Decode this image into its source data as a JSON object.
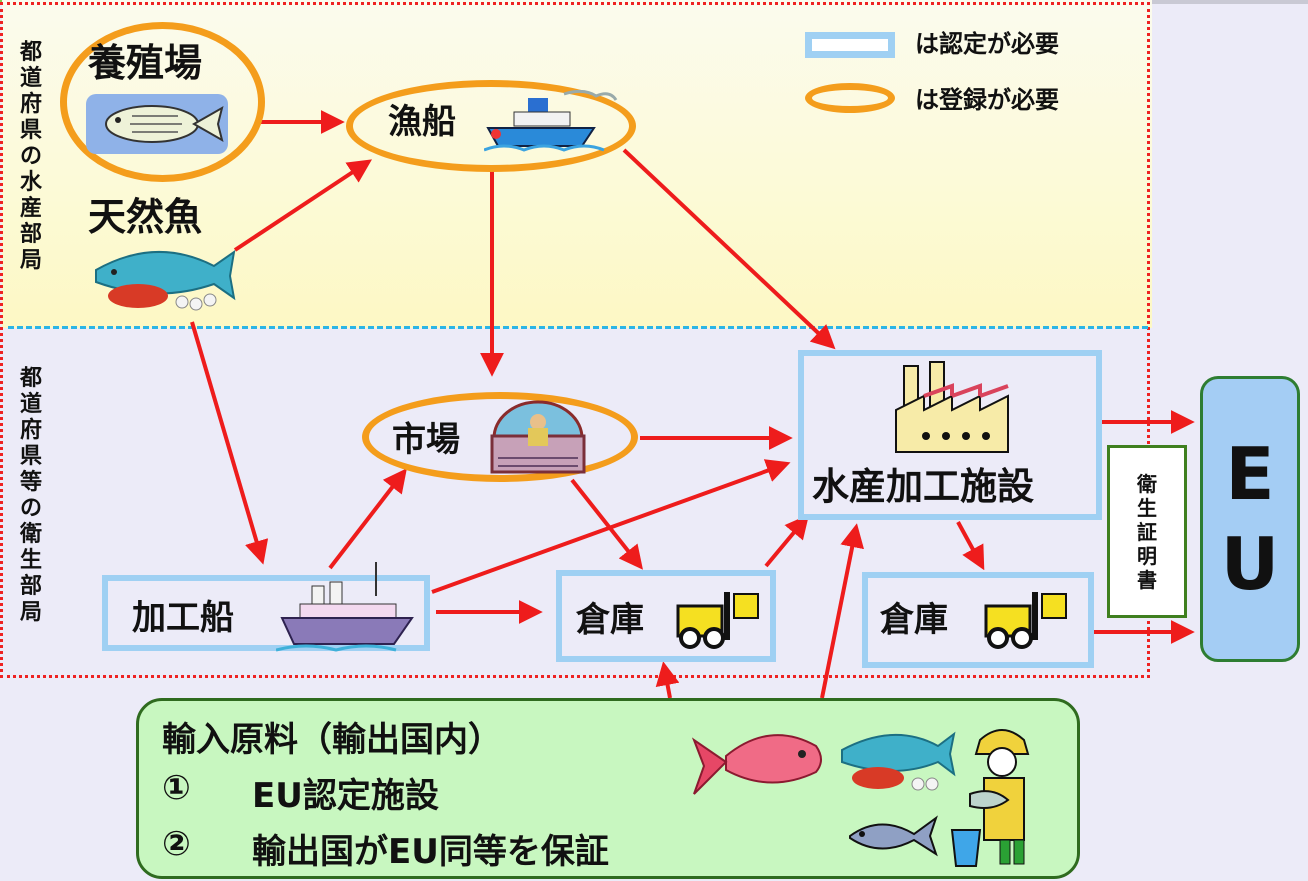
{
  "zones": {
    "prefecture_fisheries": "都道府県の水産部局",
    "prefecture_health": "都道府県等の衛生部局"
  },
  "legend": {
    "certification_required": "は認定が必要",
    "registration_required": "は登録が必要"
  },
  "nodes": {
    "fish_farm": "養殖場",
    "wild_fish": "天然魚",
    "fishing_boat": "漁船",
    "market": "市場",
    "processing_ship": "加工船",
    "warehouse_center": "倉庫",
    "processing_plant": "水産加工施設",
    "warehouse_right": "倉庫"
  },
  "destination": {
    "eu_letters": [
      "E",
      "U"
    ],
    "health_certificate": "衛生証明書"
  },
  "imported": {
    "title": "輸入原料（輸出国内）",
    "item1_num": "①",
    "item1_text": "EU認定施設",
    "item2_num": "②",
    "item2_text": "輸出国がEU同等を保証"
  },
  "colors": {
    "arrow": "#ee1c1c",
    "oval_border": "#f49d1c",
    "rect_border": "#9fd0f3",
    "eu_fill": "#a4cdf4",
    "import_fill": "#c8f7c0"
  }
}
